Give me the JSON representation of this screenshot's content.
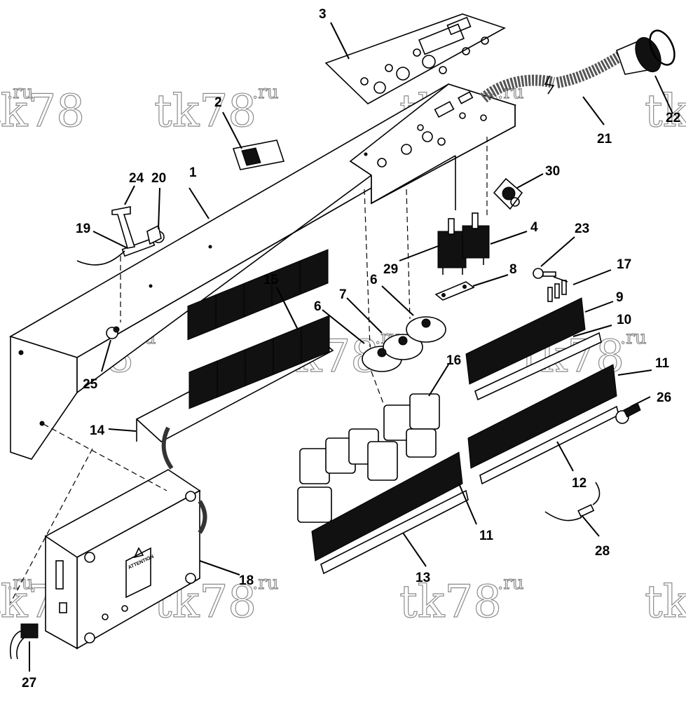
{
  "diagram": {
    "callouts": [
      {
        "id": "1",
        "text": "1"
      },
      {
        "id": "2",
        "text": "2"
      },
      {
        "id": "3",
        "text": "3"
      },
      {
        "id": "4",
        "text": "4"
      },
      {
        "id": "6a",
        "text": "6"
      },
      {
        "id": "6b",
        "text": "6"
      },
      {
        "id": "7",
        "text": "7"
      },
      {
        "id": "8",
        "text": "8"
      },
      {
        "id": "9",
        "text": "9"
      },
      {
        "id": "10",
        "text": "10"
      },
      {
        "id": "11a",
        "text": "11"
      },
      {
        "id": "11b",
        "text": "11"
      },
      {
        "id": "12",
        "text": "12"
      },
      {
        "id": "13",
        "text": "13"
      },
      {
        "id": "14",
        "text": "14"
      },
      {
        "id": "15",
        "text": "15"
      },
      {
        "id": "16",
        "text": "16"
      },
      {
        "id": "17",
        "text": "17"
      },
      {
        "id": "18",
        "text": "18"
      },
      {
        "id": "19",
        "text": "19"
      },
      {
        "id": "20",
        "text": "20"
      },
      {
        "id": "21",
        "text": "21"
      },
      {
        "id": "22",
        "text": "22"
      },
      {
        "id": "23",
        "text": "23"
      },
      {
        "id": "24",
        "text": "24"
      },
      {
        "id": "25",
        "text": "25"
      },
      {
        "id": "26",
        "text": "26"
      },
      {
        "id": "27",
        "text": "27"
      },
      {
        "id": "28",
        "text": "28"
      },
      {
        "id": "29",
        "text": "29"
      },
      {
        "id": "30",
        "text": "30"
      }
    ],
    "watermark": {
      "main": "tk78",
      "suffix": ".ru"
    },
    "warning_label": "ATTENTION"
  }
}
